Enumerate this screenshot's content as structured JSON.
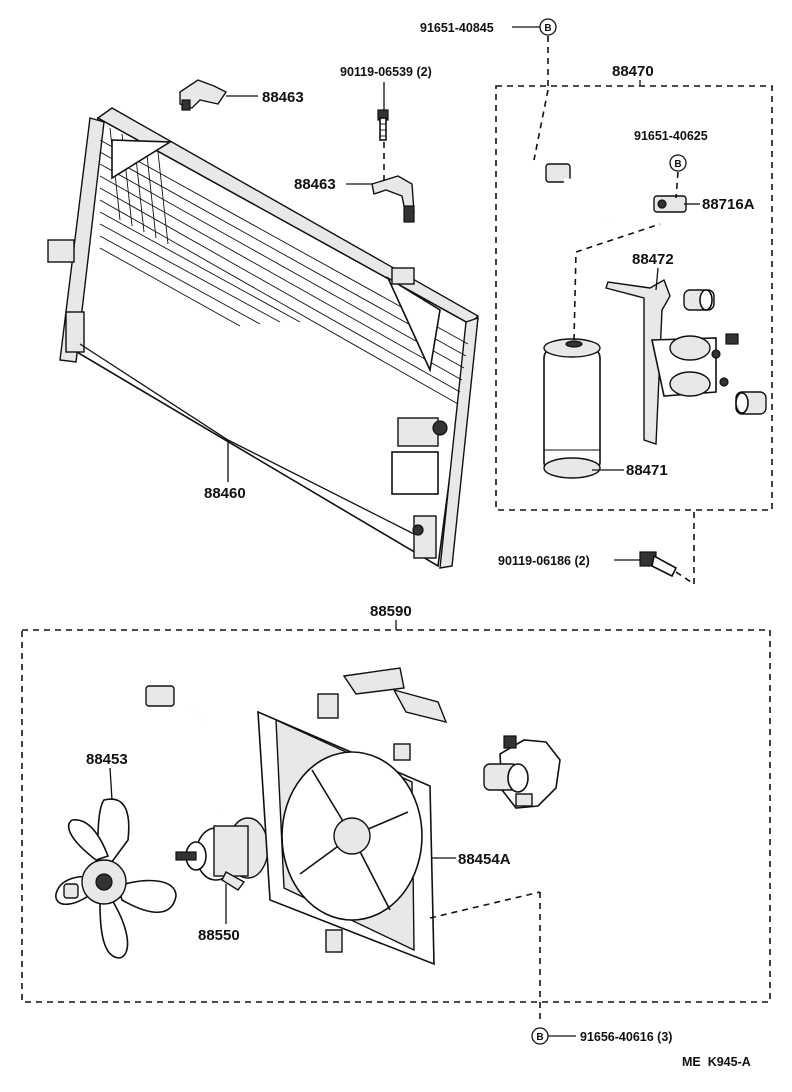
{
  "diagram": {
    "code": "ME  K945-A",
    "labels": {
      "bolt_b_top": "91651-40845",
      "grp_88470": "88470",
      "bolt_b_mid": "91651-40625",
      "p88716a": "88716A",
      "p88472": "88472",
      "p88471": "88471",
      "bolt_90119_06539": "90119-06539 (2)",
      "p88463_a": "88463",
      "p88463_b": "88463",
      "p88460": "88460",
      "bolt_90119_06186": "90119-06186 (2)",
      "grp_88590": "88590",
      "p88453": "88453",
      "p88454a": "88454A",
      "p88550": "88550",
      "bolt_b_bottom": "91656-40616 (3)"
    },
    "marker_letter": "B"
  }
}
